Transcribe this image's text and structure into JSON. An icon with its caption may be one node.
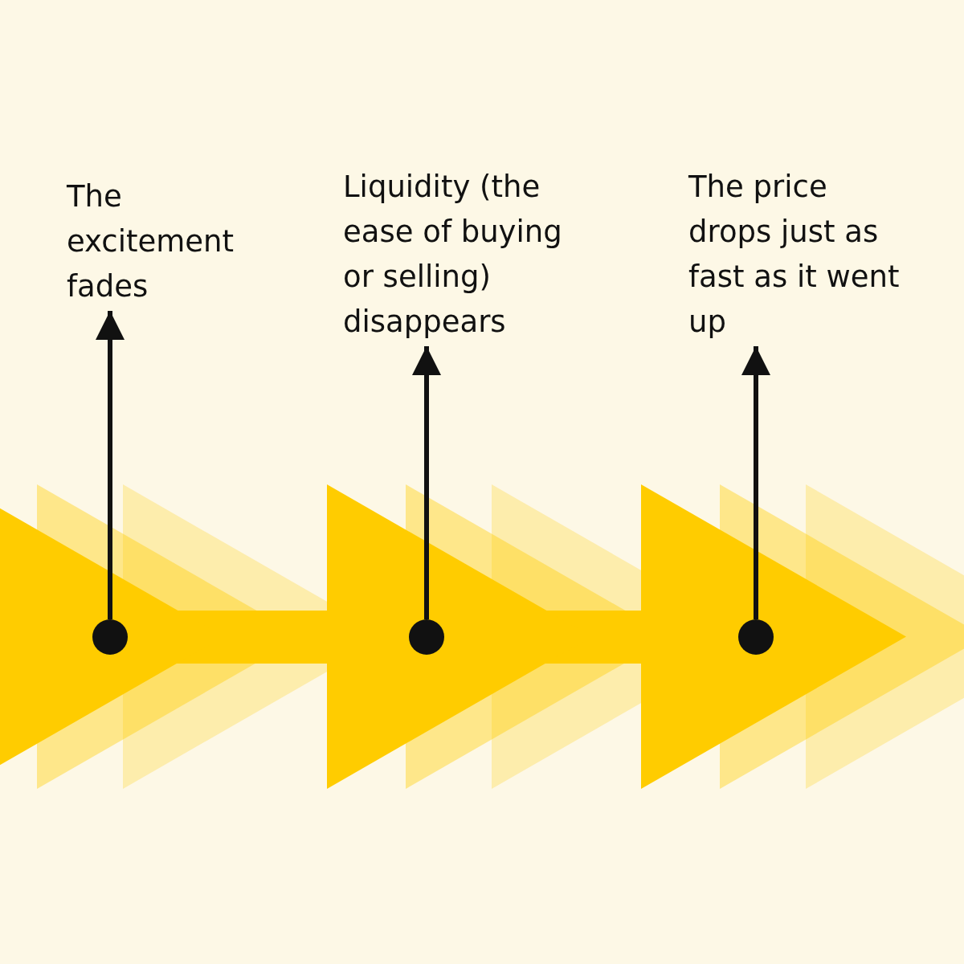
{
  "diagram": {
    "nodes": [
      {
        "text": [
          "The excitement fades"
        ]
      },
      {
        "text": [
          "Liquidity (the ease of buying or selling) disappears"
        ]
      },
      {
        "text": [
          "The price drops just as fast as it went up"
        ]
      },
      {
        "text": [],
        "shape": "circle"
      },
      {
        "text": [],
        "shape": "circle"
      },
      {
        "text": [],
        "shape": "circle"
      }
    ],
    "edges": [
      {
        "from": 3,
        "to": 0,
        "arrow": "to"
      },
      {
        "from": 4,
        "to": 1,
        "arrow": "to"
      },
      {
        "from": 5,
        "to": 2,
        "arrow": "to"
      }
    ]
  }
}
